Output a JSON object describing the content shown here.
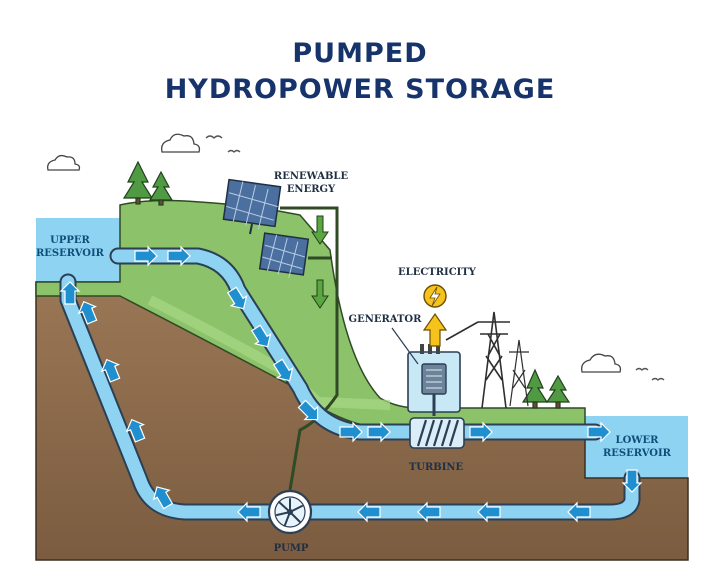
{
  "title": {
    "line1": "PUMPED",
    "line2": "HYDROPOWER STORAGE"
  },
  "labels": {
    "renewable_line1": "RENEWABLE",
    "renewable_line2": "ENERGY",
    "upper_line1": "UPPER",
    "upper_line2": "RESERVOIR",
    "electricity": "ELECTRICITY",
    "generator": "GENERATOR",
    "turbine": "TURBINE",
    "lower_line1": "LOWER",
    "lower_line2": "RESERVOIR",
    "pump": "PUMP"
  },
  "colors": {
    "title": "#16336b",
    "water": "#8fd3f2",
    "arrow": "#1f8fd0",
    "grass": "#8cc36a",
    "soil": "#8a6a4c",
    "electricity": "#f6c21c"
  }
}
